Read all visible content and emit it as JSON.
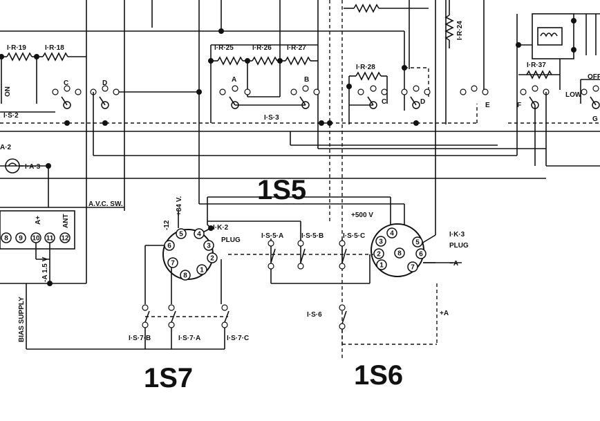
{
  "labels": {
    "r19": "I·R·19",
    "r18": "I·R·18",
    "r25": "I·R·25",
    "r26": "I·R·26",
    "r27": "I·R·27",
    "r28": "I·R·28",
    "r24": "I·R·24",
    "r37": "I·R·37",
    "s2": "I·S·2",
    "s3": "I·S·3",
    "sw_c": "C",
    "sw_d": "D",
    "sw_a": "A",
    "sw_b": "B",
    "sw_c2": "C",
    "sw_d2": "D",
    "sw_e": "E",
    "sw_f": "F",
    "sw_g": "G",
    "on": "ON",
    "off": "OFF",
    "low": "LOW",
    "a2": "A·2",
    "a3": "I·A·3",
    "avc": "A.V.C. SW.",
    "aplus": "A+",
    "ant": "ANT",
    "minus15v": "-A 1.5 V",
    "bias": "BIAS SUPPLY",
    "plus84v": "+84 V.",
    "minus12": "-12",
    "k2": "I·K·2",
    "k3": "I·K·3",
    "plug": "PLUG",
    "plug2": "PLUG",
    "s5a": "I·S·5·A",
    "s5b": "I·S·5·B",
    "s5c": "I·S·5·C",
    "plus500v": "+500 V",
    "minus_a": "−A",
    "plus_a": "+A",
    "s6": "I·S·6",
    "s7b": "I·S·7·B",
    "s7a": "I·S·7·A",
    "s7c": "I·S·7·C",
    "big_1s5": "1S5",
    "big_1s7": "1S7",
    "big_1s6": "1S6"
  },
  "terminal_strip": [
    "8",
    "9",
    "10",
    "11",
    "12"
  ],
  "socket_k2_pins": [
    "1",
    "2",
    "3",
    "4",
    "5",
    "6",
    "7",
    "8"
  ],
  "socket_k3_pins": [
    "1",
    "2",
    "3",
    "4",
    "5",
    "6",
    "7",
    "8"
  ]
}
